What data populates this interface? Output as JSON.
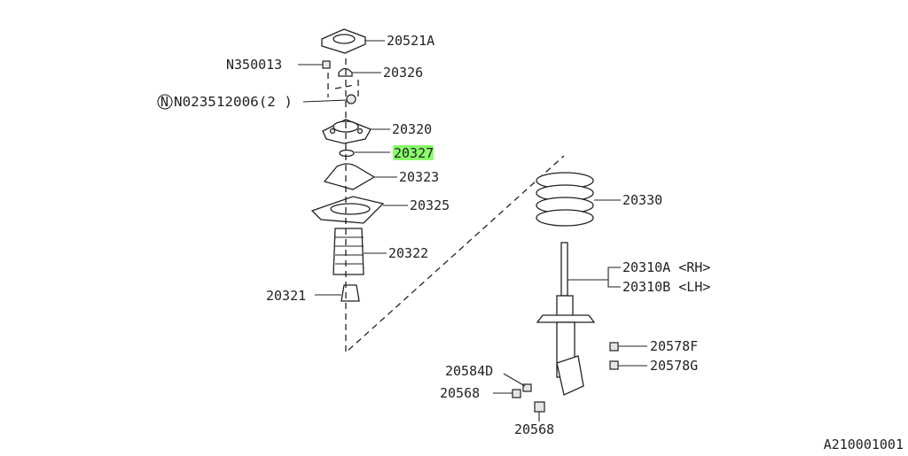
{
  "diagram": {
    "figure_code": "A210001001",
    "highlight_color": "#7CFF5B",
    "highlighted_part": "20327",
    "callouts": {
      "p20521A": "20521A",
      "pN350013": "N350013",
      "p20326": "20326",
      "pN023512006": "N023512006(2 )",
      "p20320": "20320",
      "p20327": "20327",
      "p20323": "20323",
      "p20325": "20325",
      "p20322": "20322",
      "p20321": "20321",
      "p20330": "20330",
      "p20310A": "20310A <RH>",
      "p20310B": "20310B <LH>",
      "p20578F": "20578F",
      "p20578G": "20578G",
      "p20584D": "20584D",
      "p20568a": "20568",
      "p20568b": "20568"
    }
  }
}
